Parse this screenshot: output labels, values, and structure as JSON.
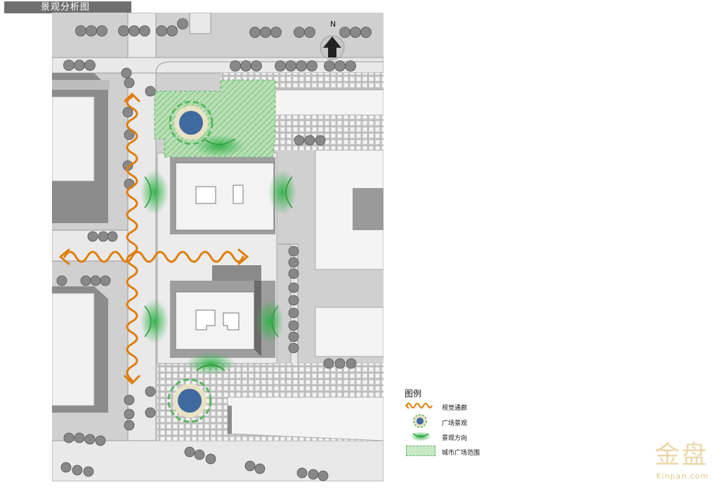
{
  "title": "景观分析图",
  "compass": {
    "label": "N"
  },
  "legend": {
    "title": "图例",
    "items": [
      {
        "key": "corridor",
        "label": "视觉通廊",
        "color": "#e07d0a"
      },
      {
        "key": "node",
        "label": "广场景观",
        "color": "#3f6aa0"
      },
      {
        "key": "direction",
        "label": "景观方向",
        "color": "#39b54a"
      },
      {
        "key": "plaza",
        "label": "城市广场范围",
        "color": "#7fc58b"
      }
    ]
  },
  "watermark": {
    "main": "金盘",
    "sub": "Kinpan.com"
  }
}
